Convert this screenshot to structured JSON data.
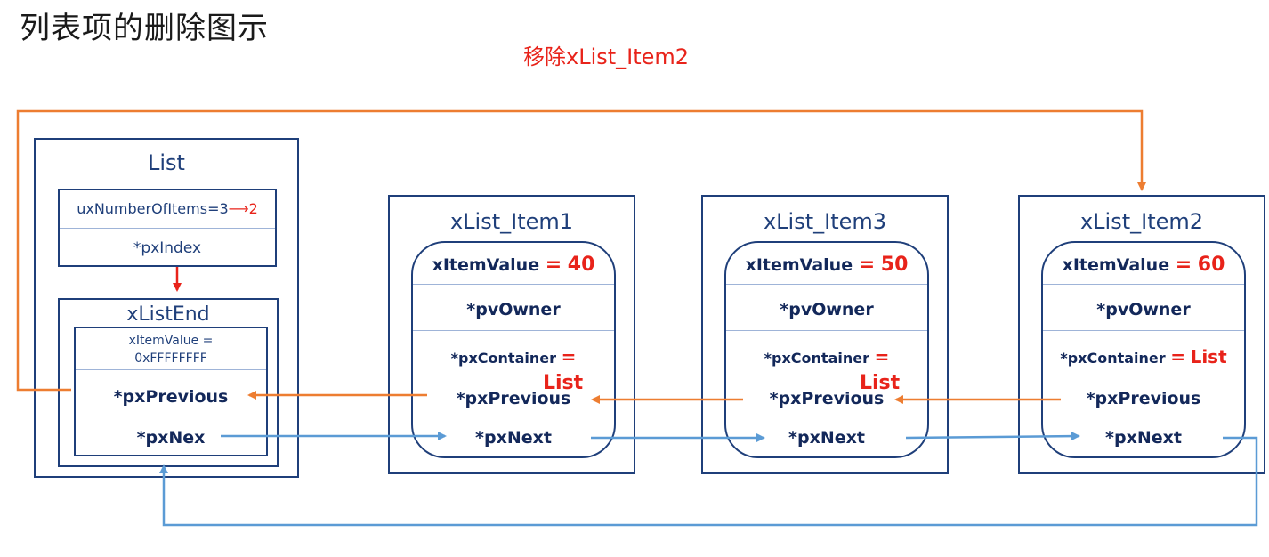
{
  "title": "列表项的删除图示",
  "subtitle": "移除xList_Item2",
  "list": {
    "header": "List",
    "count_field": "uxNumberOfItems=3",
    "count_new": "2",
    "index_field": "*pxIndex",
    "end": {
      "header": "xListEnd",
      "value_line1": "xItemValue =",
      "value_line2": "0xFFFFFFFF",
      "previous": "*pxPrevious",
      "next": "*pxNex"
    }
  },
  "items": [
    {
      "header": "xList_Item1",
      "value_label": "xItemValue",
      "eq": "=",
      "value": "40",
      "owner": "*pvOwner",
      "container": "*pxContainer",
      "container_value": "List",
      "previous": "*pxPrevious",
      "next": "*pxNext"
    },
    {
      "header": "xList_Item3",
      "value_label": "xItemValue",
      "eq": "=",
      "value": "50",
      "owner": "*pvOwner",
      "container": "*pxContainer",
      "container_value": "List",
      "previous": "*pxPrevious",
      "next": "*pxNext"
    },
    {
      "header": "xList_Item2",
      "value_label": "xItemValue",
      "eq": "=",
      "value": "60",
      "owner": "*pvOwner",
      "container": "*pxContainer",
      "container_value": "List",
      "previous": "*pxPrevious",
      "next": "*pxNext"
    }
  ],
  "colors": {
    "orange": "#ed7d31",
    "blue": "#5b9bd5",
    "red": "#e8231a",
    "navy": "#1f3f7a"
  }
}
